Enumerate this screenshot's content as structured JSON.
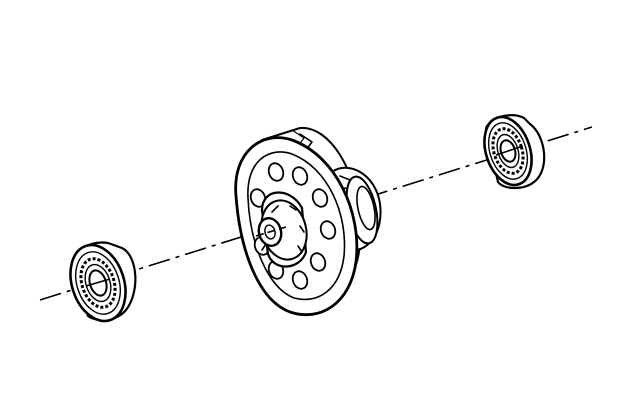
{
  "diagram": {
    "kind": "exploded-view line drawing",
    "parts": [
      "left-bearing",
      "differential-assembly",
      "right-bearing"
    ],
    "axis_style": "dash-dot centerline"
  },
  "colors": {
    "background": "#ffffff",
    "ink": "#000000"
  }
}
